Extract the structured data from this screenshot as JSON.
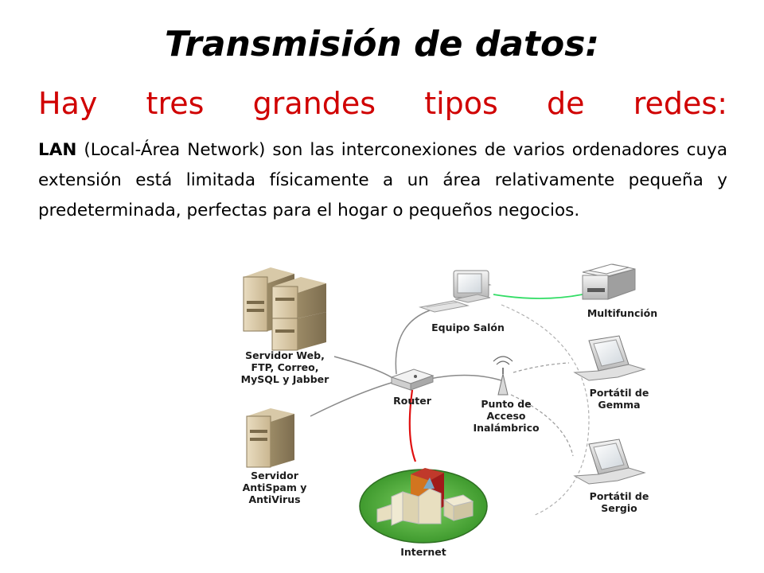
{
  "slide": {
    "title": "Transmisión de datos:",
    "subtitle": "Hay tres grandes tipos de redes:",
    "paragraph": {
      "bold_term": "LAN",
      "text": " (Local-Área Network) son las interconexiones de varios ordenadores cuya extensión está limitada físicamente a un área relativamente pequeña y predeterminada, perfectas para el hogar o pequeños negocios."
    }
  },
  "diagram": {
    "nodes": {
      "server_web": [
        "Servidor Web,",
        "FTP, Correo,",
        "MySQL y Jabber"
      ],
      "server_spam": [
        "Servidor",
        "AntiSpam y",
        "AntiVirus"
      ],
      "router": [
        "Router"
      ],
      "desktop": [
        "Equipo Salón"
      ],
      "printer": [
        "Multifunción"
      ],
      "access_point": [
        "Punto de",
        "Acceso",
        "Inalámbrico"
      ],
      "laptop_gemma": [
        "Portátil de",
        "Gemma"
      ],
      "laptop_sergio": [
        "Portátil de",
        "Sergio"
      ],
      "internet": [
        "Internet"
      ]
    },
    "colors": {
      "title_text": "#000000",
      "subtitle_text": "#d00000",
      "link_wired": "#8a8a8a",
      "link_internet": "#e01010",
      "link_printer": "#33dd66",
      "link_wireless": "#9a9a9a",
      "internet_ground": "#3f9a2e"
    }
  }
}
